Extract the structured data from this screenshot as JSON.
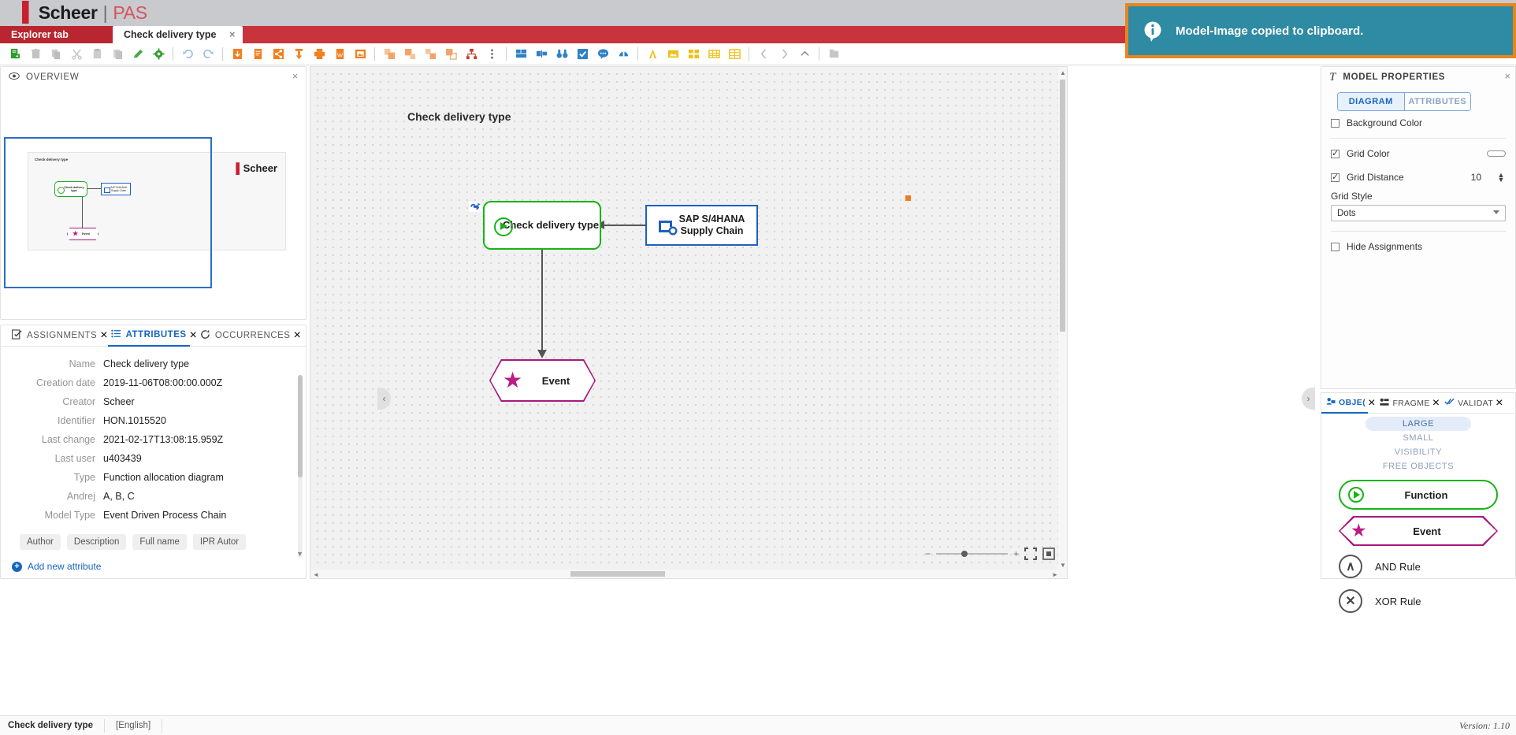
{
  "brand": {
    "mark": "▐",
    "name": "Scheer",
    "separator": "|",
    "product": "PAS"
  },
  "tabs": {
    "explorer": "Explorer tab",
    "active": "Check delivery type",
    "close": "×"
  },
  "toolbar": {
    "groups": [
      {
        "items": [
          {
            "name": "new-document-icon",
            "glyph": "▤",
            "color": "#2e9c2e"
          },
          {
            "name": "delete-icon",
            "glyph": "Ὕ1",
            "color": "#c0c0c0"
          },
          {
            "name": "copy-icon",
            "glyph": "❐",
            "color": "#c6c6c6"
          },
          {
            "name": "cut-icon",
            "glyph": "✂",
            "color": "#c6c6c6"
          },
          {
            "name": "paste-icon",
            "glyph": "Ὄb",
            "color": "#c6c6c6"
          },
          {
            "name": "duplicate-icon",
            "glyph": "⧉",
            "color": "#c6c6c6"
          },
          {
            "name": "edit-pencil-icon",
            "glyph": "✎",
            "color": "#4aa84a"
          },
          {
            "name": "settings-gear-icon",
            "glyph": "⚙",
            "color": "#2e9c2e"
          }
        ]
      },
      {
        "items": [
          {
            "name": "undo-icon",
            "glyph": "↺",
            "color": "#9fc0e0"
          },
          {
            "name": "redo-icon",
            "glyph": "↻",
            "color": "#9fc0e0"
          }
        ]
      },
      {
        "items": [
          {
            "name": "export-download-icon",
            "glyph": "⬇",
            "color": "#f08020"
          },
          {
            "name": "document-icon",
            "glyph": "Ὄ4",
            "color": "#f08020"
          },
          {
            "name": "share-icon",
            "glyph": "≣",
            "color": "#f08020"
          },
          {
            "name": "pin-icon",
            "glyph": "Ὄc",
            "color": "#f08020"
          },
          {
            "name": "print-icon",
            "glyph": "⎙",
            "color": "#f08020"
          },
          {
            "name": "export-word-icon",
            "glyph": "W",
            "color": "#f08020"
          },
          {
            "name": "copy-image-icon",
            "glyph": "⬚",
            "color": "#f08020"
          }
        ]
      },
      {
        "items": [
          {
            "name": "bring-to-front-icon",
            "glyph": "◰",
            "color": "#f3b07c"
          },
          {
            "name": "send-backward-icon",
            "glyph": "◱",
            "color": "#f3b07c"
          },
          {
            "name": "group-icon",
            "glyph": "◲",
            "color": "#f3b07c"
          },
          {
            "name": "ungroup-icon",
            "glyph": "◳",
            "color": "#f3b07c"
          }
        ]
      },
      {
        "items": [
          {
            "name": "hierarchy-icon",
            "glyph": "⛓",
            "color": "#c0392b"
          },
          {
            "name": "more-options-icon",
            "glyph": "⋮",
            "color": "#707070"
          }
        ]
      },
      {
        "items": [
          {
            "name": "layout-grid-icon",
            "glyph": "▦",
            "color": "#2f81c4"
          },
          {
            "name": "align-icon",
            "glyph": "▣",
            "color": "#2f81c4"
          },
          {
            "name": "search-binoculars-icon",
            "glyph": "ὐd",
            "color": "#2f81c4"
          },
          {
            "name": "validate-check-icon",
            "glyph": "☑",
            "color": "#2f81c4"
          },
          {
            "name": "comment-icon",
            "glyph": "Ὂc",
            "color": "#2f81c4"
          },
          {
            "name": "simulate-icon",
            "glyph": "⊙",
            "color": "#2f81c4"
          }
        ]
      },
      {
        "items": [
          {
            "name": "text-color-icon",
            "glyph": "A",
            "color": "#f0c018"
          },
          {
            "name": "image-icon",
            "glyph": "Ὓc",
            "color": "#f0c018"
          },
          {
            "name": "palette-icon",
            "glyph": "∷",
            "color": "#f0c018"
          },
          {
            "name": "table-icon",
            "glyph": "☷",
            "color": "#f0c018"
          },
          {
            "name": "grid-table-icon",
            "glyph": "▦",
            "color": "#f0c018"
          }
        ]
      },
      {
        "items": [
          {
            "name": "nav-back-icon",
            "glyph": "‹",
            "color": "#b7b7b7"
          },
          {
            "name": "nav-forward-icon",
            "glyph": "›",
            "color": "#b7b7b7"
          },
          {
            "name": "nav-up-icon",
            "glyph": "⌃",
            "color": "#8a8a8a"
          }
        ]
      },
      {
        "items": [
          {
            "name": "lock-icon",
            "glyph": "὜1",
            "color": "#c6c6c6"
          }
        ]
      }
    ]
  },
  "toast": {
    "icon": "info-icon",
    "message": "Model-Image copied to clipboard.",
    "border_color": "#e8861e",
    "background_color": "#2f8ba3"
  },
  "overview": {
    "title": "OVERVIEW",
    "close": "×",
    "icon": "eye-icon",
    "thumbnail": {
      "model_title": "Check delivery type",
      "brand": "Scheer",
      "nodes": [
        {
          "label": "Check delivery type",
          "type": "function"
        },
        {
          "label": "SAP S/4HANA Supply Chain",
          "type": "system"
        },
        {
          "label": "Event",
          "type": "event"
        }
      ]
    }
  },
  "attributes_panel": {
    "tabs": [
      {
        "label": "ASSIGNMENTS",
        "icon": "assignment-icon",
        "selected": false,
        "close": "×"
      },
      {
        "label": "ATTRIBUTES",
        "icon": "list-icon",
        "selected": true,
        "close": "×"
      },
      {
        "label": "OCCURRENCES",
        "icon": "occurrence-icon",
        "selected": false,
        "close": "×"
      }
    ],
    "rows": [
      {
        "key": "Name",
        "value": "Check delivery type"
      },
      {
        "key": "Creation date",
        "value": "2019-11-06T08:00:00.000Z"
      },
      {
        "key": "Creator",
        "value": "Scheer"
      },
      {
        "key": "Identifier",
        "value": "HON.1015520"
      },
      {
        "key": "Last change",
        "value": "2021-02-17T13:08:15.959Z"
      },
      {
        "key": "Last user",
        "value": "u403439"
      },
      {
        "key": "Type",
        "value": "Function allocation diagram"
      },
      {
        "key": "Andrej",
        "value": "A, B, C"
      },
      {
        "key": "Model Type",
        "value": "Event Driven Process Chain"
      }
    ],
    "chips": [
      "Author",
      "Description",
      "Full name",
      "IPR Autor"
    ],
    "add_attribute": "Add new attribute"
  },
  "canvas": {
    "title": "Check delivery type",
    "nodes": [
      {
        "id": "fn",
        "label": "Check delivery type",
        "type": "function",
        "icon": "play-circle-icon",
        "color": "#17b317"
      },
      {
        "id": "sap",
        "label": "SAP S/4HANA Supply Chain",
        "type": "application-system",
        "icon": "system-gear-icon",
        "color": "#1f5fbf"
      },
      {
        "id": "ev",
        "label": "Event",
        "type": "event",
        "icon": "star-icon",
        "color": "#a8197d"
      }
    ],
    "assignment_badge": "assignment-link-icon",
    "zoom": {
      "minus": "−",
      "plus": "+",
      "fit_label": "fit-to-screen-icon",
      "actual_label": "actual-size-icon"
    }
  },
  "model_properties": {
    "title": "MODEL PROPERTIES",
    "close": "×",
    "segments": [
      {
        "label": "DIAGRAM",
        "selected": true
      },
      {
        "label": "ATTRIBUTES",
        "selected": false
      }
    ],
    "options": [
      {
        "label": "Background Color",
        "checked": false,
        "control": "color"
      },
      {
        "label": "Grid Color",
        "checked": true,
        "control": "color"
      },
      {
        "label": "Grid Distance",
        "checked": true,
        "control": "number",
        "value": "10"
      }
    ],
    "grid_style_label": "Grid Style",
    "grid_style_value": "Dots",
    "hide_assignments": {
      "label": "Hide Assignments",
      "checked": false
    }
  },
  "library": {
    "tabs": [
      {
        "label": "OBJE(",
        "icon": "objects-icon",
        "selected": true,
        "close": "×"
      },
      {
        "label": "FRAGME",
        "icon": "fragments-icon",
        "selected": false,
        "close": "×"
      },
      {
        "label": "VALIDAT",
        "icon": "validation-icon",
        "selected": false,
        "close": "×"
      }
    ],
    "categories": [
      {
        "label": "LARGE",
        "selected": true
      },
      {
        "label": "SMALL",
        "selected": false
      },
      {
        "label": "VISIBILITY",
        "selected": false
      },
      {
        "label": "FREE OBJECTS",
        "selected": false
      }
    ],
    "items": [
      {
        "label": "Function",
        "shape": "rounded",
        "icon": "play-circle-icon",
        "color": "#17b317"
      },
      {
        "label": "Event",
        "shape": "hexagon",
        "icon": "star-icon",
        "color": "#a8197d"
      },
      {
        "label": "AND Rule",
        "shape": "circle",
        "icon": "and-rule-icon",
        "glyph": "∧",
        "color": "#555555"
      },
      {
        "label": "XOR Rule",
        "shape": "circle",
        "icon": "xor-rule-icon",
        "glyph": "✕",
        "color": "#555555"
      }
    ]
  },
  "status_bar": {
    "model_name": "Check delivery type",
    "language": "[English]",
    "version": "Version: 1.10"
  }
}
